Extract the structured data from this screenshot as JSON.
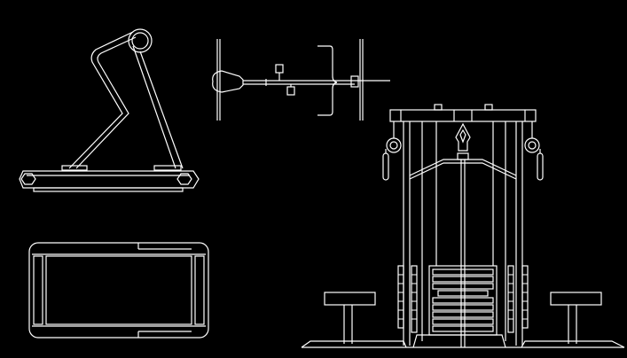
{
  "drawing": {
    "background_color": "#000000",
    "line_color": "#ffffff",
    "views": [
      {
        "id": "treadmill-side",
        "kind": "side elevation"
      },
      {
        "id": "treadmill-top",
        "kind": "plan view"
      },
      {
        "id": "bar-top",
        "kind": "plan view"
      },
      {
        "id": "multigym-front",
        "kind": "front elevation"
      }
    ]
  }
}
